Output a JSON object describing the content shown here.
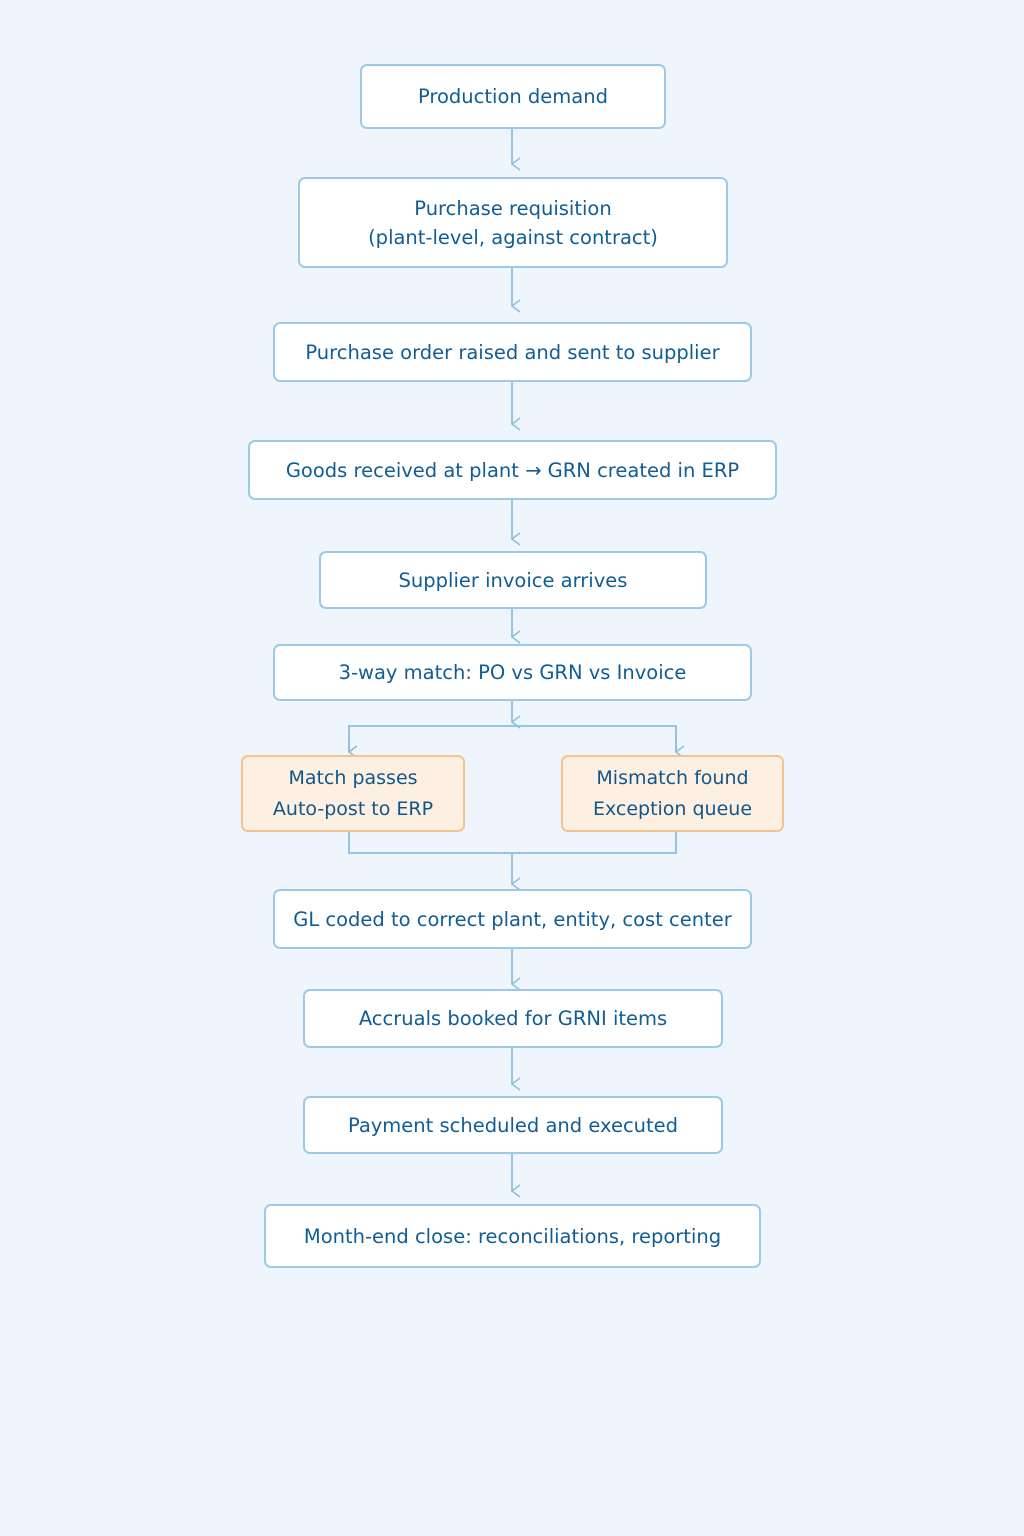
{
  "nodes": {
    "production_demand": {
      "lines": [
        "Production demand"
      ]
    },
    "purchase_requisition": {
      "lines": [
        "Purchase requisition",
        "(plant-level, against contract)"
      ]
    },
    "purchase_order": {
      "lines": [
        "Purchase order raised and sent to supplier"
      ]
    },
    "goods_received": {
      "lines": [
        "Goods received at plant → GRN created in ERP"
      ]
    },
    "supplier_invoice": {
      "lines": [
        "Supplier invoice arrives"
      ]
    },
    "three_way_match": {
      "lines": [
        "3-way match: PO vs GRN vs Invoice"
      ]
    },
    "match_passes": {
      "lines": [
        "Match passes",
        "Auto-post to ERP"
      ]
    },
    "mismatch_found": {
      "lines": [
        "Mismatch found",
        "Exception queue"
      ]
    },
    "gl_coded": {
      "lines": [
        "GL coded to correct plant, entity, cost center"
      ]
    },
    "accruals": {
      "lines": [
        "Accruals booked for GRNI items"
      ]
    },
    "payment": {
      "lines": [
        "Payment scheduled and executed"
      ]
    },
    "month_end": {
      "lead": "Month-end close:",
      "rest": " reconciliations, reporting"
    }
  },
  "colors": {
    "background": "#eef5fc",
    "node_border": "#9ccae6",
    "node_text": "#0f5d94",
    "branch_fill": "#fdf0e3",
    "branch_border": "#f4c48e",
    "connector": "#8cc0dc"
  }
}
